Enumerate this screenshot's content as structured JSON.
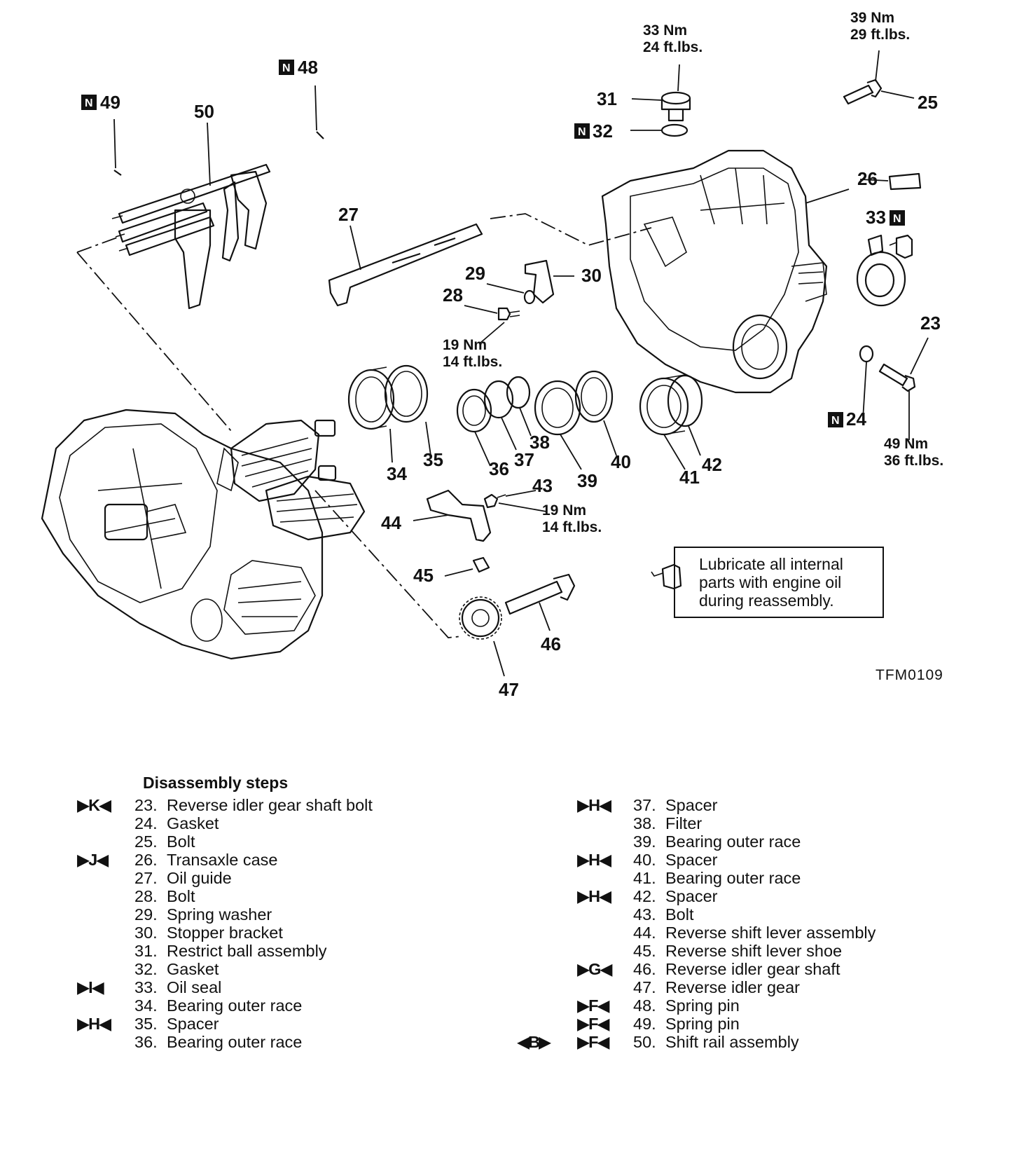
{
  "diagram": {
    "callouts": {
      "c23": "23",
      "c24": "24",
      "c25": "25",
      "c26": "26",
      "c27": "27",
      "c28": "28",
      "c29": "29",
      "c30": "30",
      "c31": "31",
      "c32": "32",
      "c33": "33",
      "c34": "34",
      "c35": "35",
      "c36": "36",
      "c37": "37",
      "c38": "38",
      "c39": "39",
      "c40": "40",
      "c41": "41",
      "c42": "42",
      "c43": "43",
      "c44": "44",
      "c45": "45",
      "c46": "46",
      "c47": "47",
      "c48": "48",
      "c49": "49",
      "c50": "50"
    },
    "torques": {
      "t31_nm": "33 Nm",
      "t31_ft": "24 ft.lbs.",
      "t25_nm": "39 Nm",
      "t25_ft": "29 ft.lbs.",
      "t28_nm": "19 Nm",
      "t28_ft": "14 ft.lbs.",
      "t43_nm": "19 Nm",
      "t43_ft": "14 ft.lbs.",
      "t23_nm": "49 Nm",
      "t23_ft": "36 ft.lbs."
    },
    "new_part_mark": "N",
    "note_lines": [
      "Lubricate all internal",
      "parts with engine oil",
      "during reassembly."
    ],
    "figure_code": "TFM0109"
  },
  "steps": {
    "title": "Disassembly steps",
    "left": [
      {
        "mark": "▶K◀",
        "num": "23.",
        "label": "Reverse idler gear shaft bolt"
      },
      {
        "mark": "",
        "num": "24.",
        "label": "Gasket"
      },
      {
        "mark": "",
        "num": "25.",
        "label": "Bolt"
      },
      {
        "mark": "▶J◀",
        "num": "26.",
        "label": "Transaxle case"
      },
      {
        "mark": "",
        "num": "27.",
        "label": "Oil guide"
      },
      {
        "mark": "",
        "num": "28.",
        "label": "Bolt"
      },
      {
        "mark": "",
        "num": "29.",
        "label": "Spring washer"
      },
      {
        "mark": "",
        "num": "30.",
        "label": "Stopper bracket"
      },
      {
        "mark": "",
        "num": "31.",
        "label": "Restrict ball assembly"
      },
      {
        "mark": "",
        "num": "32.",
        "label": "Gasket"
      },
      {
        "mark": "▶I◀",
        "num": "33.",
        "label": "Oil seal"
      },
      {
        "mark": "",
        "num": "34.",
        "label": "Bearing outer race"
      },
      {
        "mark": "▶H◀",
        "num": "35.",
        "label": "Spacer"
      },
      {
        "mark": "",
        "num": "36.",
        "label": "Bearing outer race"
      }
    ],
    "right": [
      {
        "mark": "▶H◀",
        "num": "37.",
        "label": "Spacer"
      },
      {
        "mark": "",
        "num": "38.",
        "label": "Filter"
      },
      {
        "mark": "",
        "num": "39.",
        "label": "Bearing outer race"
      },
      {
        "mark": "▶H◀",
        "num": "40.",
        "label": "Spacer"
      },
      {
        "mark": "",
        "num": "41.",
        "label": "Bearing outer race"
      },
      {
        "mark": "▶H◀",
        "num": "42.",
        "label": "Spacer"
      },
      {
        "mark": "",
        "num": "43.",
        "label": "Bolt"
      },
      {
        "mark": "",
        "num": "44.",
        "label": "Reverse shift lever assembly"
      },
      {
        "mark": "",
        "num": "45.",
        "label": "Reverse shift lever shoe"
      },
      {
        "mark": "▶G◀",
        "num": "46.",
        "label": "Reverse idler gear shaft"
      },
      {
        "mark": "",
        "num": "47.",
        "label": "Reverse idler gear"
      },
      {
        "mark": "▶F◀",
        "num": "48.",
        "label": "Spring pin"
      },
      {
        "mark": "▶F◀",
        "num": "49.",
        "label": "Spring pin"
      },
      {
        "mark": "▶F◀",
        "num": "50.",
        "label": "Shift rail assembly",
        "mark2": "◀B▶"
      }
    ]
  }
}
